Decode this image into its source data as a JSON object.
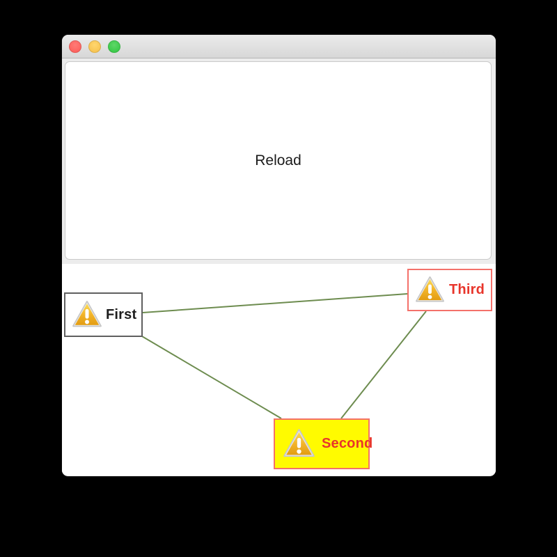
{
  "window": {
    "traffic_lights": [
      {
        "name": "close",
        "color": "#fc5b57"
      },
      {
        "name": "minimize",
        "color": "#f5bf4a"
      },
      {
        "name": "zoom",
        "color": "#30c640"
      }
    ],
    "reload_button": {
      "label": "Reload"
    }
  },
  "graph": {
    "edge_color": "#6d8c4f",
    "nodes": [
      {
        "id": "first",
        "label": "First",
        "icon": "warning-icon",
        "label_color": "#1d1d1d",
        "border_color": "#5f5f5f",
        "background": "#ffffff"
      },
      {
        "id": "third",
        "label": "Third",
        "icon": "warning-icon",
        "label_color": "#e8352b",
        "border_color": "#f4716a",
        "background": "#ffffff"
      },
      {
        "id": "second",
        "label": "Second",
        "icon": "warning-icon",
        "label_color": "#e8352b",
        "border_color": "#f4716a",
        "background": "#fffb00"
      }
    ],
    "edges": [
      {
        "from": "first",
        "to": "third"
      },
      {
        "from": "first",
        "to": "second"
      },
      {
        "from": "third",
        "to": "second"
      }
    ]
  }
}
